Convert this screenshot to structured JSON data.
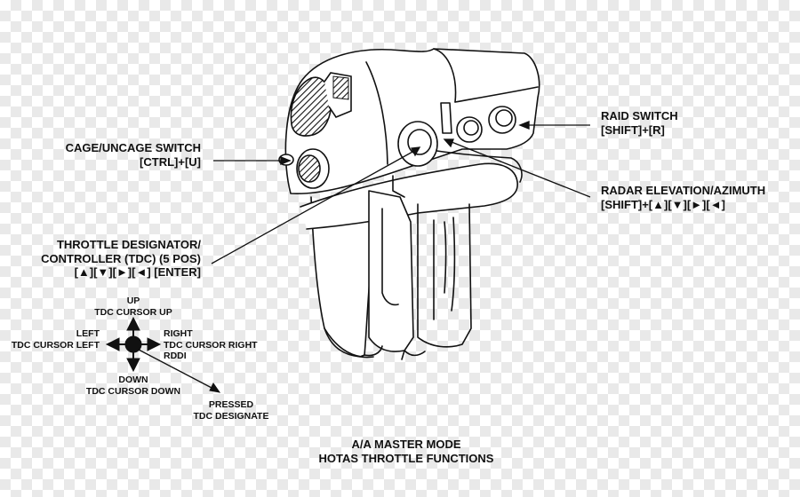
{
  "callouts": {
    "raid": {
      "title": "RAID SWITCH",
      "keys": "[SHIFT]+[R]"
    },
    "cage": {
      "title": "CAGE/UNCAGE SWITCH",
      "keys": "[CTRL]+[U]"
    },
    "radar": {
      "title": "RADAR ELEVATION/AZIMUTH",
      "keys": "[SHIFT]+[▲][▼][►][◄]"
    },
    "tdc": {
      "line1": "THROTTLE DESIGNATOR/",
      "line2": "CONTROLLER (TDC) (5 POS)",
      "keys": "[▲][▼][►][◄] [ENTER]"
    }
  },
  "tdc_directions": {
    "up": {
      "line1": "UP",
      "line2": "TDC CURSOR UP"
    },
    "left": {
      "line1": "LEFT",
      "line2": "TDC CURSOR LEFT"
    },
    "right": {
      "line1": "RIGHT",
      "line2": "TDC CURSOR RIGHT",
      "line3": "RDDI"
    },
    "down": {
      "line1": "DOWN",
      "line2": "TDC CURSOR DOWN"
    },
    "pressed": {
      "line1": "PRESSED",
      "line2": "TDC DESIGNATE"
    }
  },
  "footer": {
    "line1": "A/A MASTER MODE",
    "line2": "HOTAS THROTTLE FUNCTIONS"
  },
  "colors": {
    "ink": "#111111",
    "checker": "#e9e9e9"
  }
}
